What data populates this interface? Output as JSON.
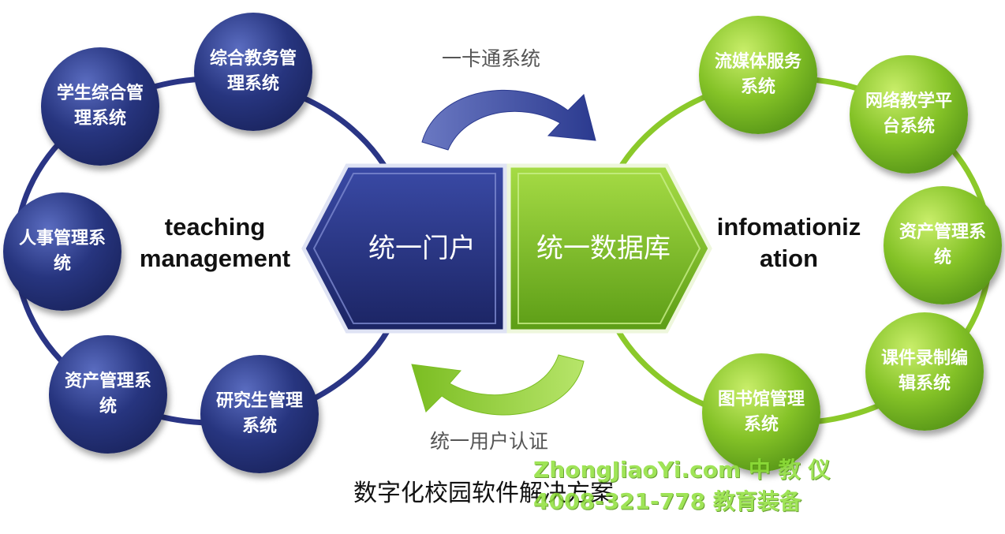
{
  "left_cycle": {
    "label_line1": "teaching",
    "label_line2": "management",
    "nodes": [
      {
        "text": "综合教务管理系统"
      },
      {
        "text": "学生综合管理系统"
      },
      {
        "text": "人事管理系统"
      },
      {
        "text": "资产管理系统"
      },
      {
        "text": "研究生管理系统"
      }
    ]
  },
  "right_cycle": {
    "label_line1": "infomationiz",
    "label_line2": "ation",
    "nodes": [
      {
        "text": "流媒体服务系统"
      },
      {
        "text": "网络教学平台系统"
      },
      {
        "text": "资产管理系统"
      },
      {
        "text": "课件录制编辑系统"
      },
      {
        "text": "图书馆管理系统"
      }
    ]
  },
  "center": {
    "left_hex": "统一门户",
    "right_hex": "统一数据库",
    "top_arrow_label": "一卡通系统",
    "bottom_arrow_label": "统一用户认证"
  },
  "caption": "数字化校园软件解决方案",
  "watermark": {
    "line1": "ZhongJiaoYi.com 中 教 仪",
    "line2": "4008-321-778 教育装备"
  },
  "colors": {
    "blue_dark": "#1d2767",
    "blue_mid": "#2d3b8f",
    "green_dark": "#4f8f10",
    "green_mid": "#8bc92a"
  }
}
